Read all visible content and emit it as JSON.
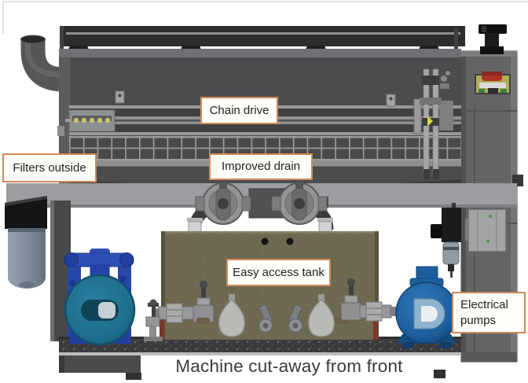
{
  "caption": "Machine cut-away from front",
  "callouts": [
    {
      "id": "chain-drive",
      "text": "Chain drive"
    },
    {
      "id": "filters-outside",
      "text": "Filters outside"
    },
    {
      "id": "improved-drain",
      "text": "Improved drain"
    },
    {
      "id": "easy-access-tank",
      "text": "Easy access tank"
    },
    {
      "id": "electrical-pumps",
      "text": "Electrical pumps"
    }
  ],
  "illustration": {
    "description": "CAD cut-away rendering of an industrial washer seen from the front",
    "components": [
      "exhaust pipe",
      "top beam",
      "chain drive rail",
      "mesh conveyor band",
      "chain tensioner",
      "emergency stop button",
      "top knob",
      "electrical box",
      "outside filter housing",
      "drain manifold with butterfly valves",
      "easy access tank",
      "diaphragm pump",
      "electrical pump",
      "air filter regulator",
      "base frame with feet"
    ],
    "colors": {
      "callout_border": "#d08a58",
      "callout_background": "#fffdf9",
      "machine_body": "#4b4c4e",
      "underside_beam": "#9c9da0",
      "tank_olive": "#6e6951",
      "pump_frame_blue": "#2a49b0",
      "pump_disc_teal": "#1e6e8d",
      "electrical_pump_blue": "#1d5f9e",
      "estop_red": "#ab3226",
      "estop_yellow": "#b3ab52",
      "chain_yellow": "#c9c36a",
      "filter_gray_blue": "#7b8896"
    }
  }
}
